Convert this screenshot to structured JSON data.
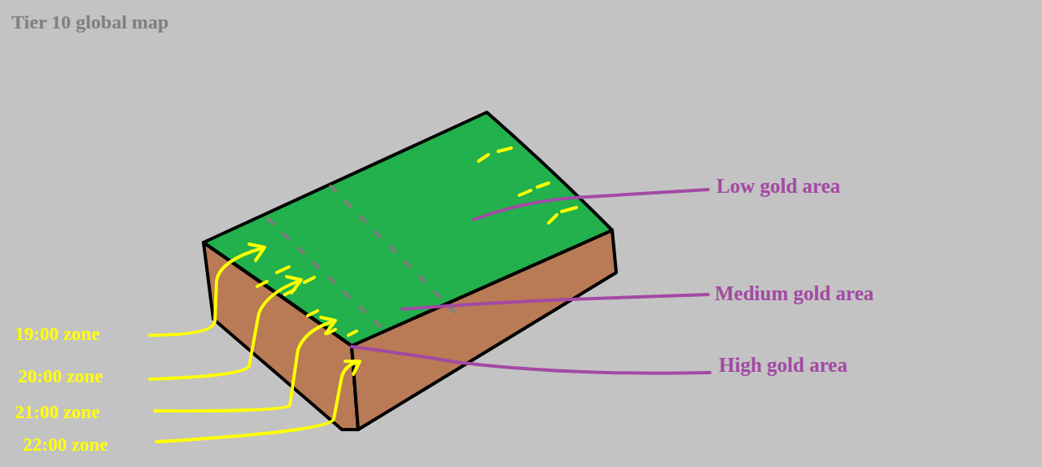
{
  "diagram": {
    "title": "Tier 10 global map",
    "labels": [
      "19:00 zone",
      "20:00 zone",
      "21:00 zone",
      "22:00 zone",
      "Low gold area",
      "Medium gold area",
      "High gold area"
    ]
  }
}
